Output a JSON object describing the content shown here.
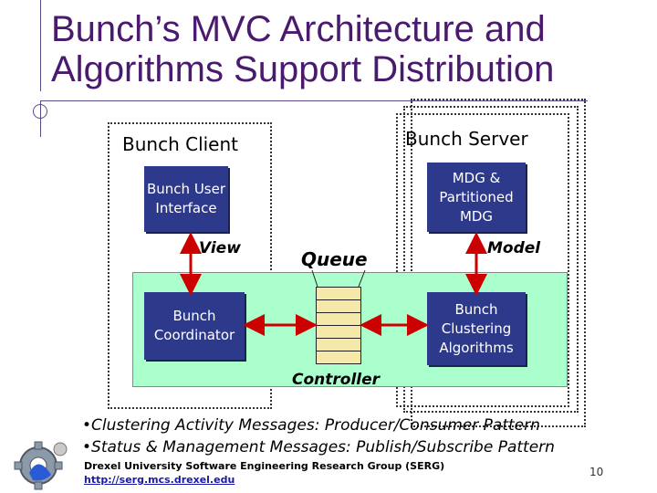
{
  "title_line1": "Bunch’s MVC Architecture and",
  "title_line2": "Algorithms Support Distribution",
  "client_label": "Bunch Client",
  "server_label": "Bunch Server",
  "ui_box": "Bunch User Interface",
  "mdg_box": "MDG & Partitioned MDG",
  "view_label": "View",
  "model_label": "Model",
  "queue_label": "Queue",
  "coordinator_box": "Bunch Coordinator",
  "clustering_box": "Bunch Clustering Algorithms",
  "controller_label": "Controller",
  "bullets": [
    "•Clustering Activity Messages:  Producer/Consumer Pattern",
    "•Status & Management Messages:  Publish/Subscribe Pattern"
  ],
  "footer_org": "Drexel University Software Engineering Research Group (SERG)",
  "footer_link": "http://serg.mcs.drexel.edu",
  "page_number": "10",
  "colors": {
    "title": "#4a1a6e",
    "box": "#2d3a8c",
    "controller_bg": "#aaffcc",
    "arrow": "#cc0000",
    "queue": "#f5e8a8"
  }
}
